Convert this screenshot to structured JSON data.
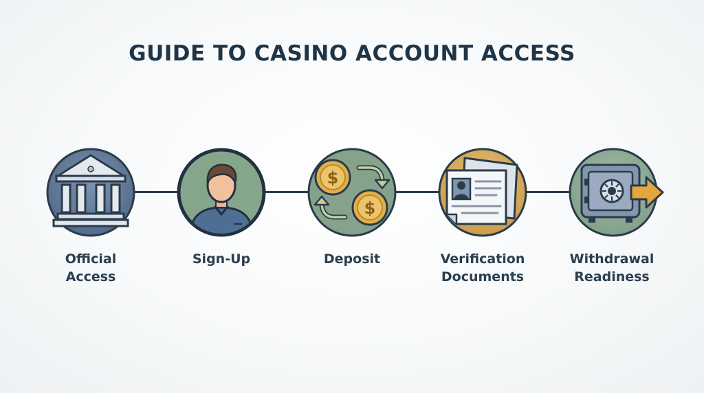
{
  "title": "GUIDE TO CASINO ACCOUNT ACCESS",
  "steps": [
    {
      "icon": "bank-building-icon",
      "label_lines": [
        "Official",
        "Access"
      ],
      "circle_color": "#5a7394"
    },
    {
      "icon": "user-avatar-icon",
      "label_lines": [
        "Sign-Up",
        ""
      ],
      "circle_color": "#7f9f86"
    },
    {
      "icon": "coin-exchange-icon",
      "label_lines": [
        "Deposit",
        ""
      ],
      "circle_color": "#84a088"
    },
    {
      "icon": "id-document-icon",
      "label_lines": [
        "Verification",
        "Documents"
      ],
      "circle_color": "#d6ad5d"
    },
    {
      "icon": "safe-withdraw-icon",
      "label_lines": [
        "Withdrawal",
        "Readiness"
      ],
      "circle_color": "#8ba993"
    }
  ],
  "colors": {
    "title": "#1f3547",
    "line": "#2a3b4a",
    "label": "#2b3e4e",
    "gold": "#d9a93c"
  }
}
